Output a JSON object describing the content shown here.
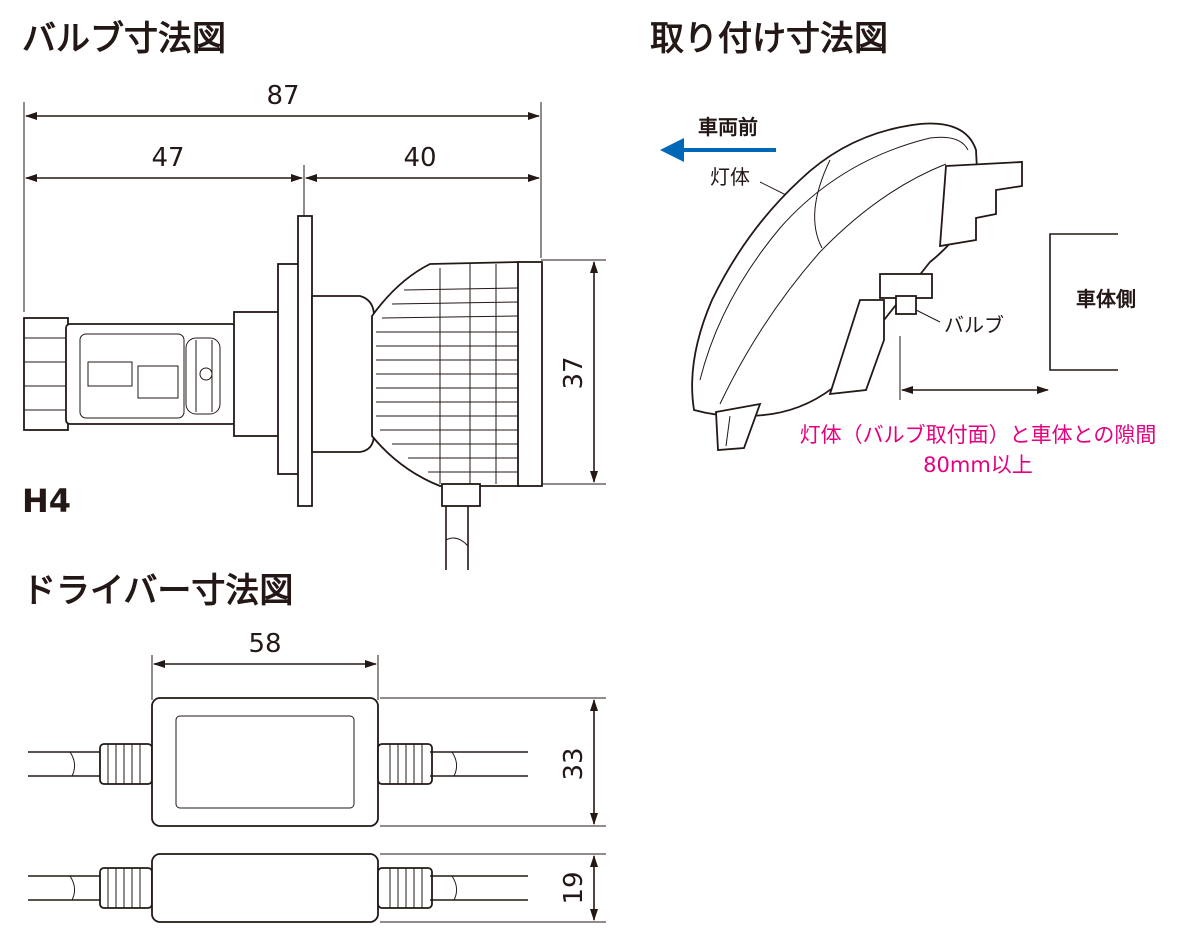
{
  "bulb": {
    "title": "バルブ寸法図",
    "dim_total": "87",
    "dim_base": "47",
    "dim_head": "40",
    "dim_height": "37",
    "model": "H4"
  },
  "driver": {
    "title": "ドライバー寸法図",
    "dim_width": "58",
    "dim_height": "33",
    "dim_depth": "19"
  },
  "mount": {
    "title": "取り付け寸法図",
    "front_label": "車両前",
    "lamp_label": "灯体",
    "body_side_label": "車体側",
    "bulb_label": "バルブ",
    "note_line1": "灯体（バルブ取付面）と車体との隙間",
    "note_line2": "80mm以上",
    "arrow_color": "#0068b7",
    "note_color": "#e4007f"
  }
}
